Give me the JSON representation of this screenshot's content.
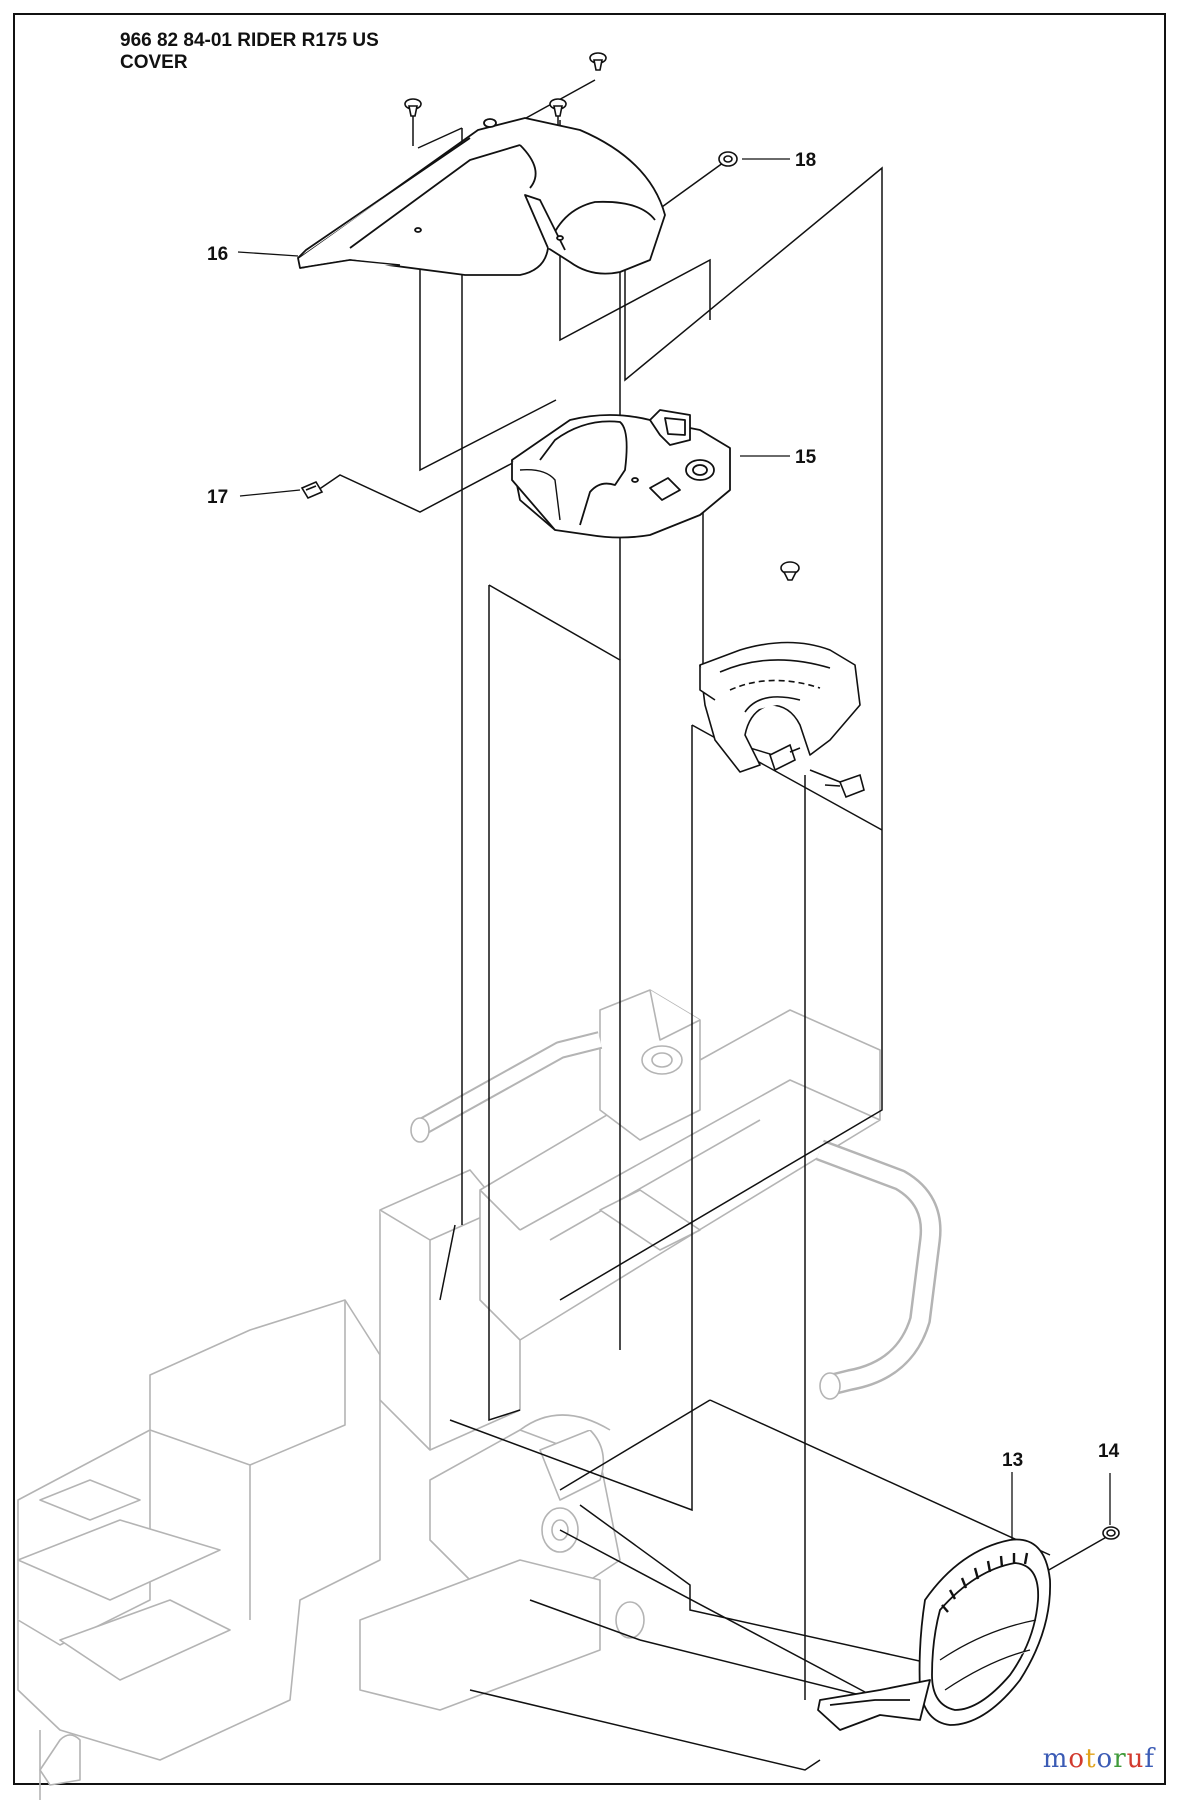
{
  "header": {
    "line1": "966 82 84-01 RIDER R175 US",
    "line2": "COVER"
  },
  "labels": {
    "p13": "13",
    "p14": "14",
    "p15": "15",
    "p16": "16",
    "p17": "17",
    "p18": "18"
  },
  "watermark": {
    "letters": [
      "m",
      "o",
      "t",
      "o",
      "r",
      "u",
      "f"
    ],
    "colors": [
      "#3b5bb5",
      "#d23a2e",
      "#e1a21a",
      "#3b5bb5",
      "#3f9a3a",
      "#d23a2e",
      "#3b5bb5"
    ]
  },
  "colors": {
    "ink": "#111111",
    "ghost": "#b4b4b4"
  }
}
